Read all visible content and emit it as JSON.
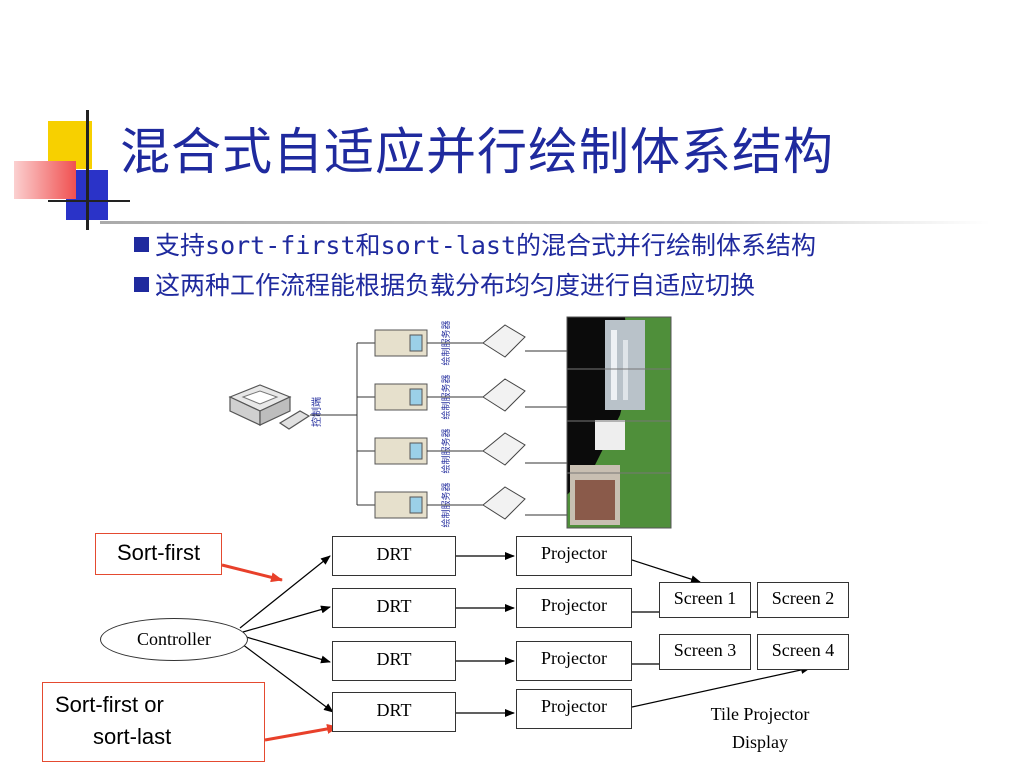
{
  "slide": {
    "title": "混合式自适应并行绘制体系结构",
    "bullets": [
      {
        "before": "支持",
        "mono1": "sort-first",
        "mid": "和",
        "mono2": "sort-last",
        "after": "的混合式并行绘制体系结构"
      },
      {
        "text": "这两种工作流程能根据负载分布均匀度进行自适应切换"
      }
    ]
  },
  "figure": {
    "controller_label": "控制端",
    "server_label": "绘制服务器"
  },
  "diagram": {
    "sort_first_label": "Sort-first",
    "sort_first_or_last_line1": "Sort-first or",
    "sort_first_or_last_line2": "sort-last",
    "controller": "Controller",
    "drt": [
      "DRT",
      "DRT",
      "DRT",
      "DRT"
    ],
    "projector": [
      "Projector",
      "Projector",
      "Projector",
      "Projector"
    ],
    "screens": [
      "Screen 1",
      "Screen 2",
      "Screen 3",
      "Screen 4"
    ],
    "tile_line1": "Tile Projector",
    "tile_line2": "Display"
  },
  "colors": {
    "title": "#1f2a9e",
    "accent_yellow": "#f7d000",
    "accent_blue": "#2a33c8",
    "accent_red": "#f05050",
    "arrow_red": "#e8402a"
  }
}
